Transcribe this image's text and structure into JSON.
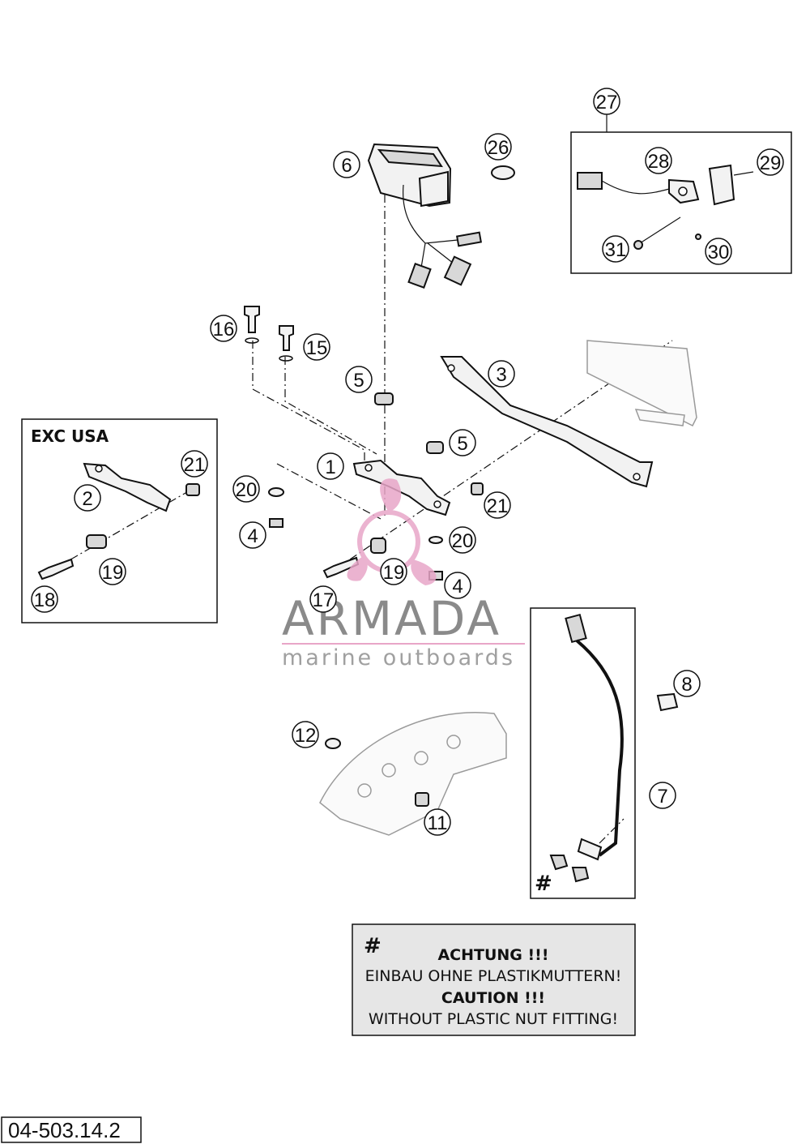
{
  "diagram": {
    "callouts": [
      {
        "id": "c1",
        "label": "1"
      },
      {
        "id": "c2",
        "label": "2"
      },
      {
        "id": "c3",
        "label": "3"
      },
      {
        "id": "c4a",
        "label": "4"
      },
      {
        "id": "c4b",
        "label": "4"
      },
      {
        "id": "c5a",
        "label": "5"
      },
      {
        "id": "c5b",
        "label": "5"
      },
      {
        "id": "c6",
        "label": "6"
      },
      {
        "id": "c7",
        "label": "7"
      },
      {
        "id": "c8",
        "label": "8"
      },
      {
        "id": "c11",
        "label": "11"
      },
      {
        "id": "c12",
        "label": "12"
      },
      {
        "id": "c15",
        "label": "15"
      },
      {
        "id": "c16",
        "label": "16"
      },
      {
        "id": "c17",
        "label": "17"
      },
      {
        "id": "c18",
        "label": "18"
      },
      {
        "id": "c19a",
        "label": "19"
      },
      {
        "id": "c19b",
        "label": "19"
      },
      {
        "id": "c20a",
        "label": "20"
      },
      {
        "id": "c20b",
        "label": "20"
      },
      {
        "id": "c21a",
        "label": "21"
      },
      {
        "id": "c21b",
        "label": "21"
      },
      {
        "id": "c26",
        "label": "26"
      },
      {
        "id": "c27",
        "label": "27"
      },
      {
        "id": "c28",
        "label": "28"
      },
      {
        "id": "c29",
        "label": "29"
      },
      {
        "id": "c30",
        "label": "30"
      },
      {
        "id": "c31",
        "label": "31"
      }
    ],
    "variant_box_label": "EXC USA",
    "hash_marker": "#",
    "reference_number": "04-503.14.2"
  },
  "notice": {
    "marker": "#",
    "line1": "ACHTUNG !!!",
    "line2": "EINBAU OHNE PLASTIKMUTTERN!",
    "line3": "CAUTION !!!",
    "line4": "WITHOUT PLASTIC NUT FITTING!"
  },
  "watermark": {
    "brand": "ARMADA",
    "tagline": "marine outboards",
    "logo_color": "#e8a6c8",
    "text_color": "#8a8a8a"
  }
}
